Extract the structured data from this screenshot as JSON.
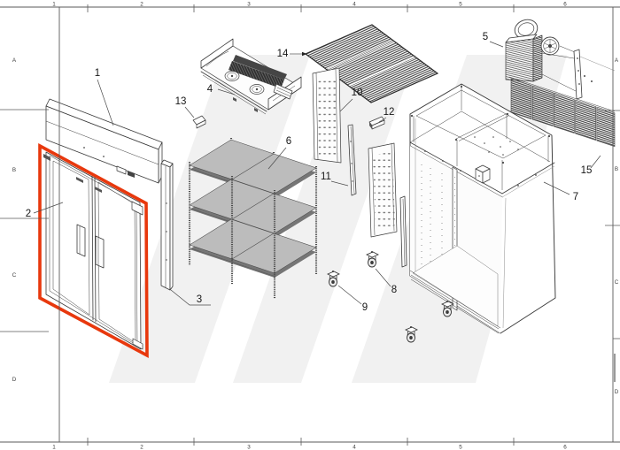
{
  "sheet": {
    "column_labels": [
      "1",
      "2",
      "3",
      "4",
      "5",
      "6"
    ],
    "row_labels": [
      "A",
      "B",
      "C",
      "D"
    ],
    "highlight_color": "#e8380d",
    "line_color": "#3a3a3a",
    "watermark_color": "#f1f1f1",
    "shelf_color": "#bcbcbc",
    "shelf_shadow_color": "#767676",
    "condenser_color": "#2f2f2f"
  },
  "callouts": [
    "1",
    "2",
    "3",
    "4",
    "5",
    "6",
    "7",
    "8",
    "9",
    "10",
    "11",
    "12",
    "13",
    "14",
    "15"
  ]
}
